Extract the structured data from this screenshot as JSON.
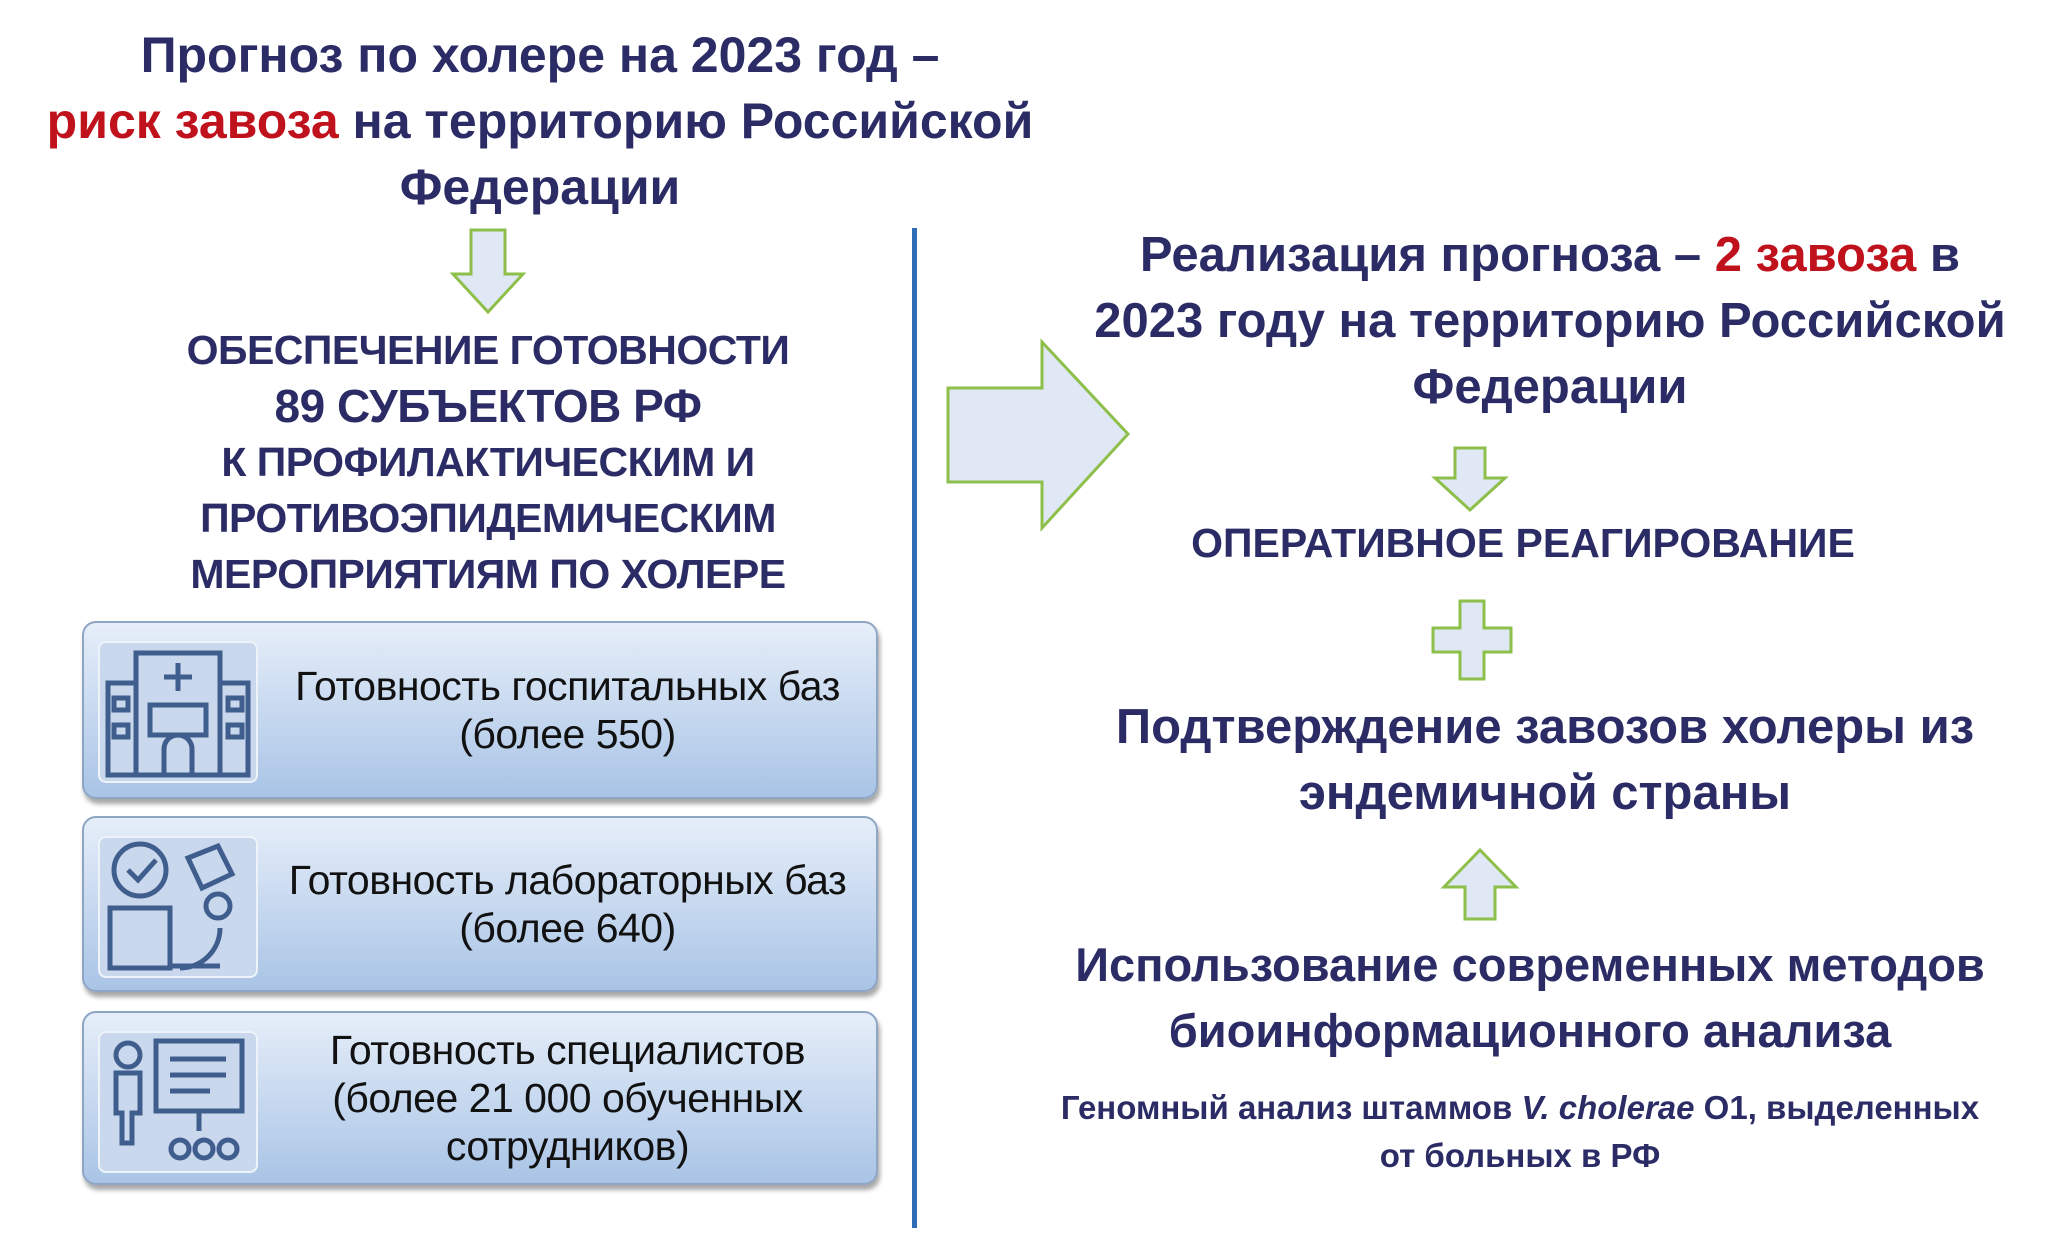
{
  "left": {
    "title_part1": "Прогноз по холере на 2023 год –",
    "title_red": "риск завоза",
    "title_part2": " на территорию Российской Федерации",
    "prep_line1": "ОБЕСПЕЧЕНИЕ ГОТОВНОСТИ",
    "prep_line2": "89 СУБЪЕКТОВ РФ",
    "prep_line3": "К ПРОФИЛАКТИЧЕСКИМ И ПРОТИВОЭПИДЕМИЧЕСКИМ МЕРОПРИЯТИЯМ ПО ХОЛЕРЕ",
    "boxes": [
      {
        "icon": "hospital-icon",
        "text": "Готовность госпитальных баз (более 550)"
      },
      {
        "icon": "microscope-icon",
        "text": "Готовность лабораторных баз (более 640)"
      },
      {
        "icon": "teacher-icon",
        "text": "Готовность специалистов (более 21 000 обученных сотрудников)"
      }
    ]
  },
  "right": {
    "realization_part1": "Реализация прогноза – ",
    "realization_red": "2 завоза",
    "realization_part2": " в 2023 году на территорию Российской Федерации",
    "response": "ОПЕРАТИВНОЕ РЕАГИРОВАНИЕ",
    "confirmation": "Подтверждение завозов холеры из эндемичной страны",
    "methods": "Использование современных методов биоинформационного анализа",
    "genomic_part1": "Геномный анализ штаммов ",
    "genomic_italic": "V. cholerae",
    "genomic_part2": " О1, выделенных от больных в РФ"
  },
  "colors": {
    "text": "#2b2c66",
    "accent": "#c0121c",
    "divider": "#2e6db5",
    "arrow_stroke": "#8dbf4a",
    "arrow_fill": "#dfe8f4"
  }
}
